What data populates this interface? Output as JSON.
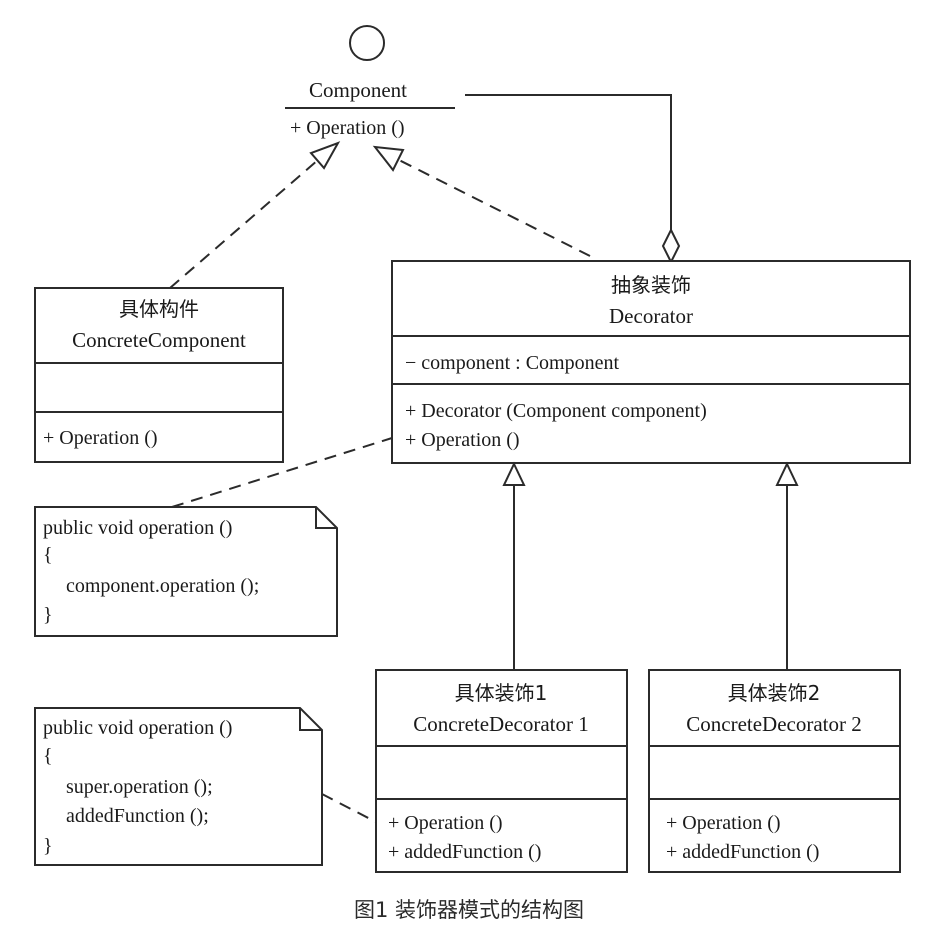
{
  "component": {
    "name": "Component",
    "operation": "+ Operation ()"
  },
  "concrete_component": {
    "name_cn": "具体构件",
    "name_en": "ConcreteComponent",
    "operation": "+ Operation ()"
  },
  "decorator": {
    "name_cn": "抽象装饰",
    "name_en": "Decorator",
    "attribute": "− component : Component",
    "methods": [
      "+ Decorator (Component component)",
      "+ Operation ()"
    ]
  },
  "concrete_decorator_1": {
    "name_cn": "具体装饰1",
    "name_en": "ConcreteDecorator  1",
    "methods": [
      "+ Operation ()",
      "+ addedFunction ()"
    ]
  },
  "concrete_decorator_2": {
    "name_cn": "具体装饰2",
    "name_en": "ConcreteDecorator  2",
    "methods": [
      "+ Operation ()",
      "+ addedFunction ()"
    ]
  },
  "note_decorator": {
    "lines": [
      "public void operation ()",
      "{",
      "component.operation ();",
      "}"
    ]
  },
  "note_concrete_decorator": {
    "lines": [
      "public void operation ()",
      "{",
      "super.operation ();",
      "addedFunction ();",
      "}"
    ]
  },
  "caption": "图1 装饰器模式的结构图"
}
